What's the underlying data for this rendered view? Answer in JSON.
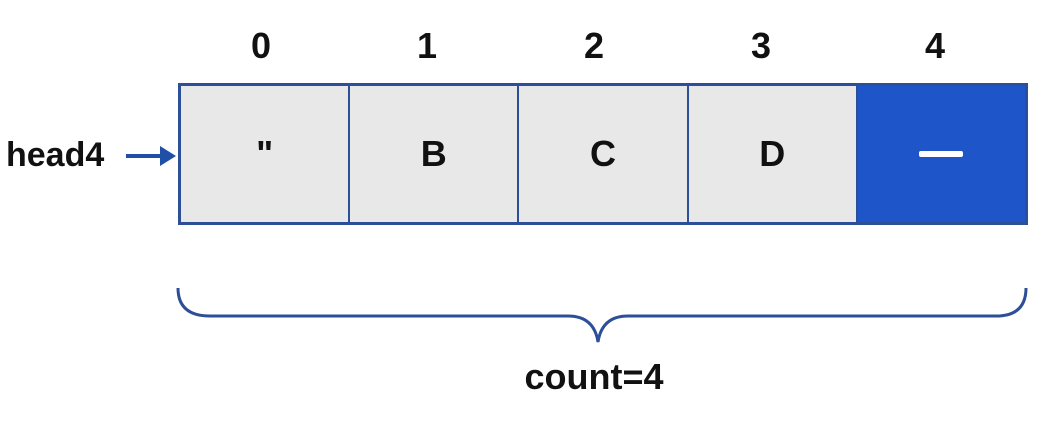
{
  "indices": [
    "0",
    "1",
    "2",
    "3",
    "4"
  ],
  "cells": [
    {
      "value": "\"",
      "state": "filled"
    },
    {
      "value": "B",
      "state": "filled"
    },
    {
      "value": "C",
      "state": "filled"
    },
    {
      "value": "D",
      "state": "filled"
    },
    {
      "value": "",
      "state": "empty"
    }
  ],
  "head_label": "head4",
  "count_label": "count=4",
  "colors": {
    "border": "#2d4f98",
    "filled_cell": "#e8e8e8",
    "empty_cell": "#1e55c8",
    "arrow": "#1f4fa6"
  }
}
